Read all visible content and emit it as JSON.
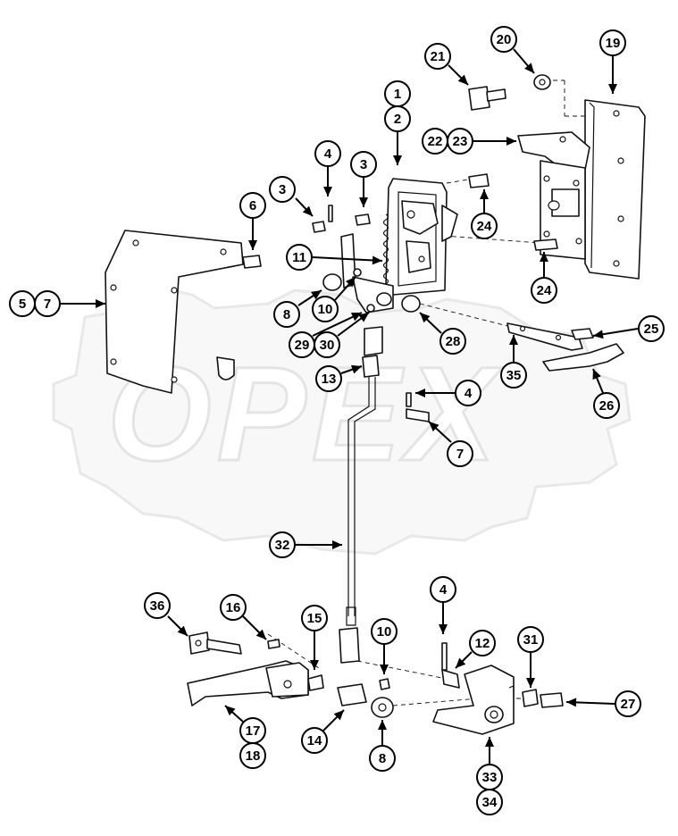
{
  "watermark": {
    "text": "OPEX"
  },
  "callouts": [
    {
      "id": "c-1",
      "label": "1"
    },
    {
      "id": "c-2",
      "label": "2"
    },
    {
      "id": "c-3a",
      "label": "3"
    },
    {
      "id": "c-3b",
      "label": "3"
    },
    {
      "id": "c-4a",
      "label": "4"
    },
    {
      "id": "c-4b",
      "label": "4"
    },
    {
      "id": "c-4c",
      "label": "4"
    },
    {
      "id": "c-5",
      "label": "5"
    },
    {
      "id": "c-6",
      "label": "6"
    },
    {
      "id": "c-7a",
      "label": "7"
    },
    {
      "id": "c-7b",
      "label": "7"
    },
    {
      "id": "c-8a",
      "label": "8"
    },
    {
      "id": "c-8b",
      "label": "8"
    },
    {
      "id": "c-10a",
      "label": "10"
    },
    {
      "id": "c-10b",
      "label": "10"
    },
    {
      "id": "c-11",
      "label": "11"
    },
    {
      "id": "c-12",
      "label": "12"
    },
    {
      "id": "c-13",
      "label": "13"
    },
    {
      "id": "c-14",
      "label": "14"
    },
    {
      "id": "c-15",
      "label": "15"
    },
    {
      "id": "c-16",
      "label": "16"
    },
    {
      "id": "c-17",
      "label": "17"
    },
    {
      "id": "c-18",
      "label": "18"
    },
    {
      "id": "c-19",
      "label": "19"
    },
    {
      "id": "c-20",
      "label": "20"
    },
    {
      "id": "c-21",
      "label": "21"
    },
    {
      "id": "c-22",
      "label": "22"
    },
    {
      "id": "c-23",
      "label": "23"
    },
    {
      "id": "c-24a",
      "label": "24"
    },
    {
      "id": "c-24b",
      "label": "24"
    },
    {
      "id": "c-25",
      "label": "25"
    },
    {
      "id": "c-26",
      "label": "26"
    },
    {
      "id": "c-27",
      "label": "27"
    },
    {
      "id": "c-28",
      "label": "28"
    },
    {
      "id": "c-29",
      "label": "29"
    },
    {
      "id": "c-30",
      "label": "30"
    },
    {
      "id": "c-31",
      "label": "31"
    },
    {
      "id": "c-32",
      "label": "32"
    },
    {
      "id": "c-33",
      "label": "33"
    },
    {
      "id": "c-34",
      "label": "34"
    },
    {
      "id": "c-35",
      "label": "35"
    },
    {
      "id": "c-36",
      "label": "36"
    }
  ]
}
